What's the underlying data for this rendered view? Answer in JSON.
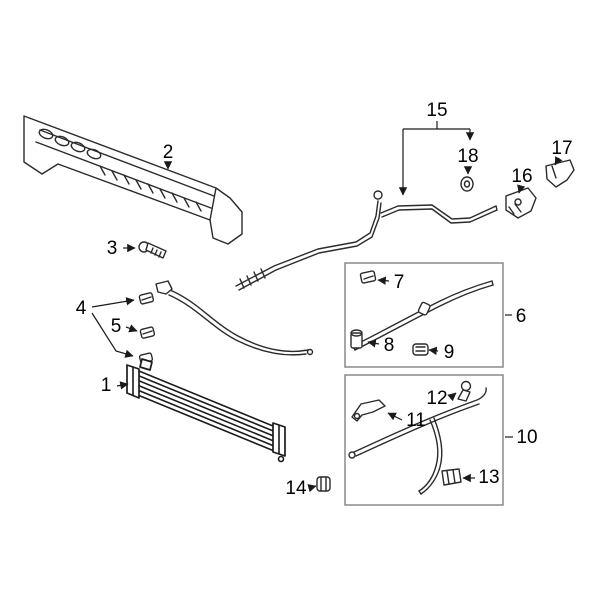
{
  "diagram": {
    "callouts": {
      "c1": "1",
      "c2": "2",
      "c3": "3",
      "c4": "4",
      "c5": "5",
      "c6": "6",
      "c7": "7",
      "c8": "8",
      "c9": "9",
      "c10": "10",
      "c11": "11",
      "c12": "12",
      "c13": "13",
      "c14": "14",
      "c15": "15",
      "c16": "16",
      "c17": "17",
      "c18": "18"
    },
    "colors": {
      "background": "#ffffff",
      "line": "#2b2b2b",
      "cooler_line": "#1c1c1c",
      "box_border": "#8a8a8a",
      "callout_text": "#000000"
    }
  }
}
